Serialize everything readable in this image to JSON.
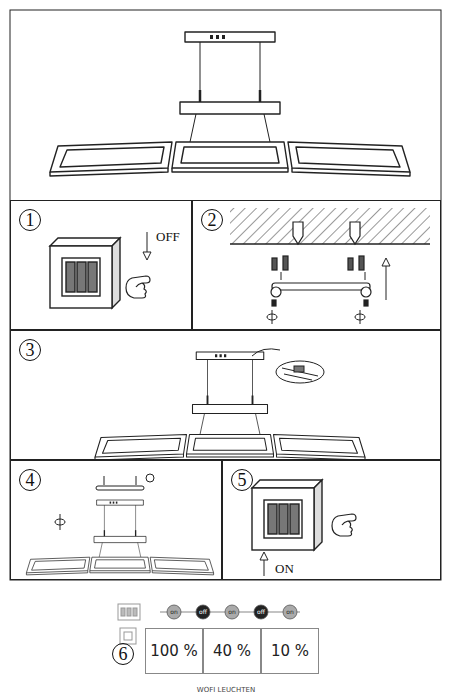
{
  "diagram": {
    "nodes": [
      {
        "text": [
          "1",
          "OFF"
        ]
      },
      {
        "text": [
          "2"
        ]
      },
      {
        "text": [
          "3"
        ]
      },
      {
        "text": [
          "4"
        ]
      },
      {
        "text": [
          "5",
          "ON"
        ]
      },
      {
        "text": [
          "100 %"
        ]
      },
      {
        "text": [
          "40 %"
        ]
      },
      {
        "text": [
          "10 %"
        ]
      }
    ],
    "labels": [
      "6",
      "on",
      "off",
      "on",
      "off",
      "on",
      "WOFI LEUCHTEN"
    ]
  }
}
